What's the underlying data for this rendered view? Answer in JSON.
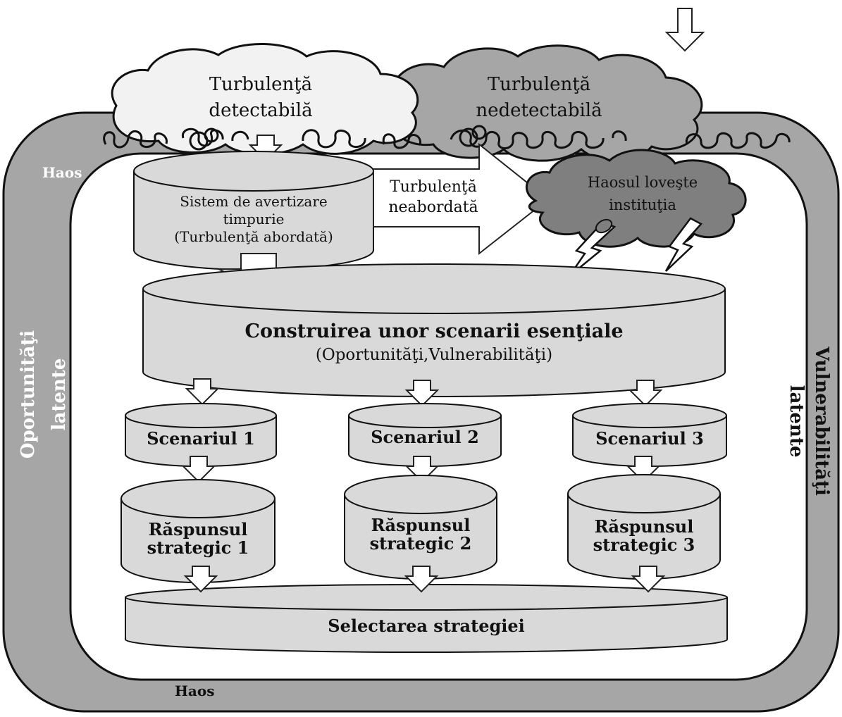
{
  "clouds": {
    "detectable": [
      "Turbulenţă",
      "detectabilă"
    ],
    "undetectable": [
      "Turbulenţă",
      "nedetectabilă"
    ],
    "chaos_hits": [
      "Haosul loveşte",
      "instituţia"
    ]
  },
  "labels": {
    "haos_top": "Haos",
    "haos_bottom": "Haos",
    "left_side": [
      "Oportunităţi",
      "latente"
    ],
    "right_side": [
      "Vulnerabilităţi",
      "latente"
    ],
    "unaddressed": [
      "Turbulenţă",
      "neabordată"
    ]
  },
  "early_warning": [
    "Sistem de avertizare",
    "timpurie",
    "(Turbulenţă abordată)"
  ],
  "scenario_building": {
    "title": "Construirea unor scenarii esenţiale",
    "subtitle": "(Oportunităţi,Vulnerabilităţi)"
  },
  "scenarios": [
    "Scenariul 1",
    "Scenariul 2",
    "Scenariul 3"
  ],
  "responses": [
    [
      "Răspunsul",
      "strategic 1"
    ],
    [
      "Răspunsul",
      "strategic 2"
    ],
    [
      "Răspunsul",
      "strategic 3"
    ]
  ],
  "strategy_selection": "Selectarea strategiei",
  "colors": {
    "frame": "#a6a6a6",
    "light_cloud": "#f2f2f2",
    "mid_cloud": "#a6a6a6",
    "dark_cloud": "#7f7f7f",
    "cylinder": "#d9d9d9",
    "arrow": "#ffffff"
  }
}
